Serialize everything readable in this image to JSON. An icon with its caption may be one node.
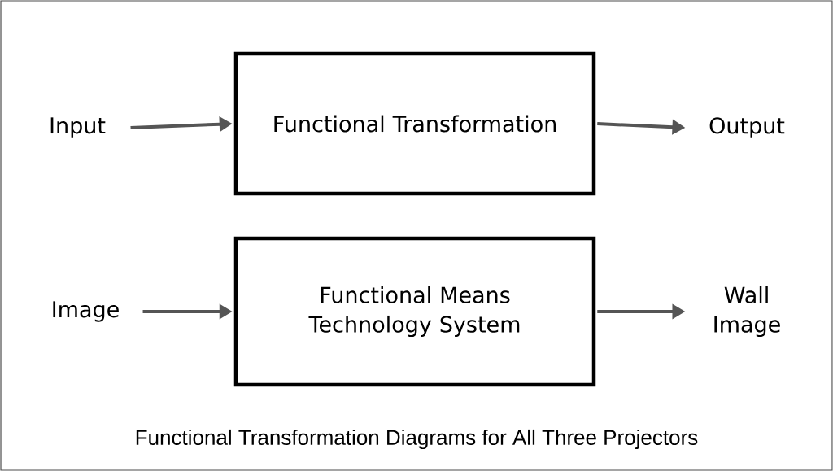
{
  "diagram": {
    "caption": "Functional Transformation Diagrams for All Three Projectors",
    "nodes": [
      {
        "text": [
          "Input"
        ]
      },
      {
        "text": [
          "Functional Transformation"
        ]
      },
      {
        "text": [
          "Output"
        ]
      },
      {
        "text": [
          "Image"
        ]
      },
      {
        "text": [
          "Functional Means Technology System"
        ]
      },
      {
        "text": [
          "Wall Image"
        ]
      }
    ],
    "edges": [
      {
        "from": 0,
        "to": 1,
        "arrow": "to"
      },
      {
        "from": 1,
        "to": 2,
        "arrow": "to"
      },
      {
        "from": 3,
        "to": 4,
        "arrow": "to"
      },
      {
        "from": 4,
        "to": 5,
        "arrow": "to"
      }
    ]
  }
}
